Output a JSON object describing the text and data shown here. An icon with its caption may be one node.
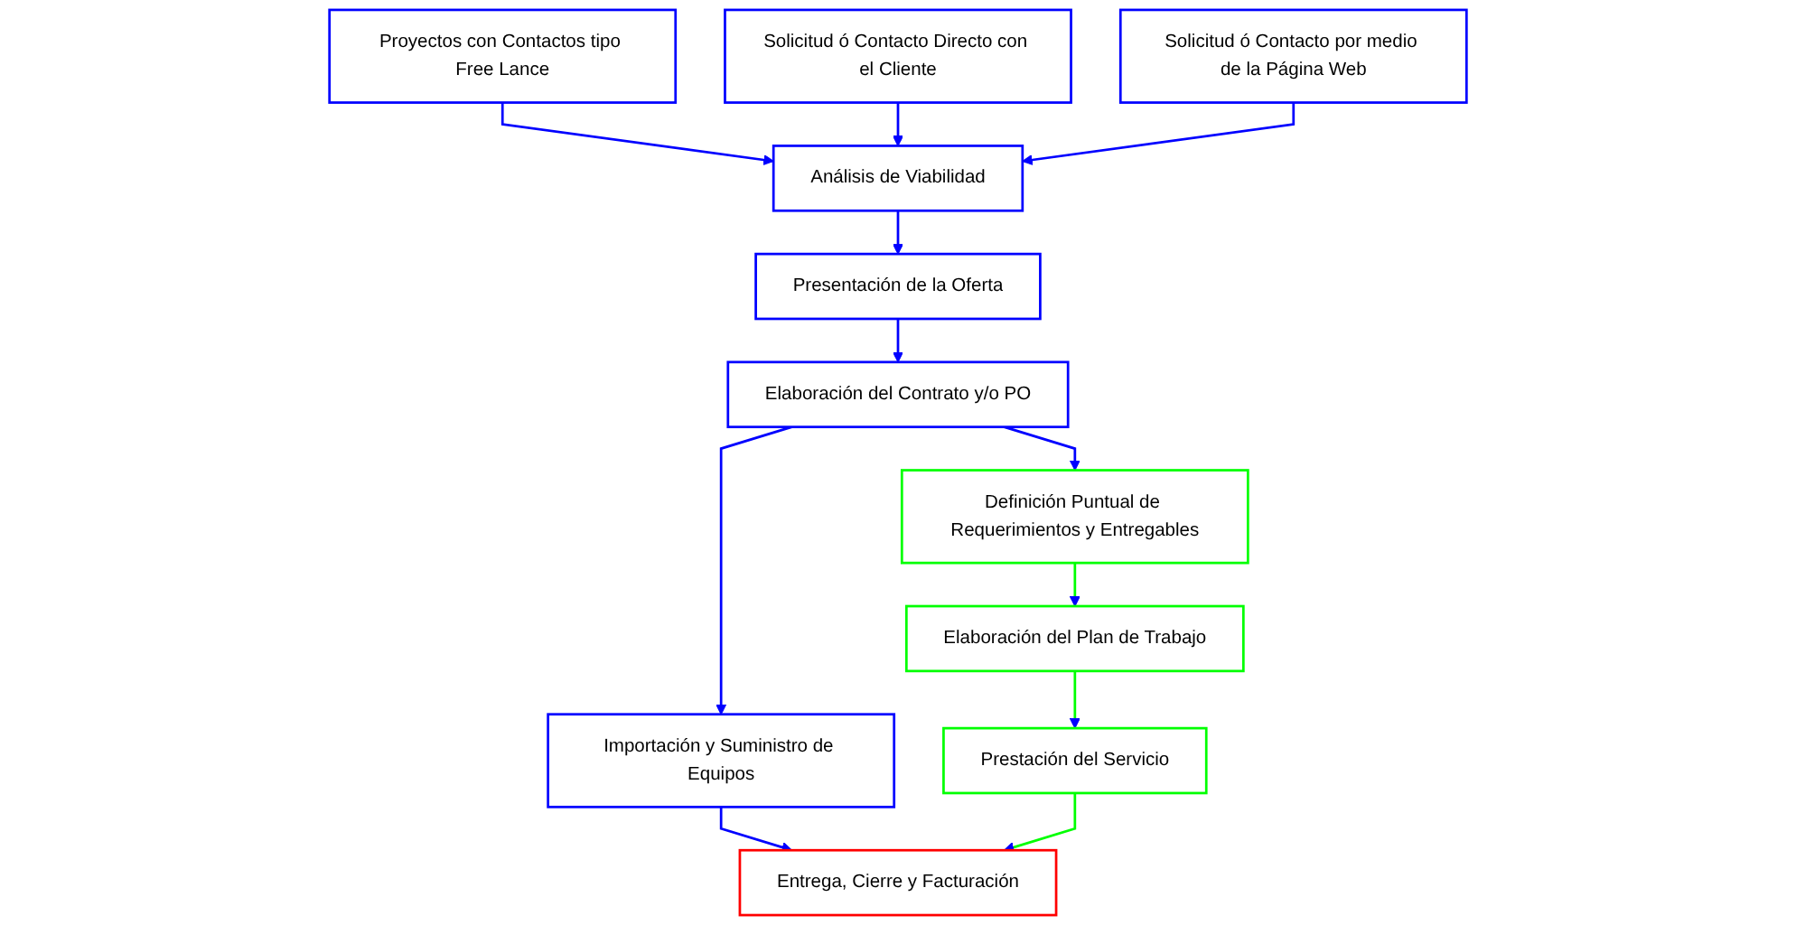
{
  "diagram": {
    "nodes": [
      {
        "text": [
          "Proyectos con Contactos tipo Free Lance"
        ]
      },
      {
        "text": [
          "Solicitud ó Contacto Directo con el Cliente"
        ]
      },
      {
        "text": [
          "Solicitud ó Contacto por medio de la Página Web"
        ]
      },
      {
        "text": [
          "Análisis de Viabilidad"
        ]
      },
      {
        "text": [
          "Presentación de la Oferta"
        ]
      },
      {
        "text": [
          "Definición Puntual de Requerimientos y Entregables"
        ]
      },
      {
        "text": [
          "Elaboración del Contrato y/o PO"
        ]
      },
      {
        "text": [
          "Importación y Suministro de Equipos"
        ]
      },
      {
        "text": [
          "Elaboración del Plan de Trabajo"
        ]
      },
      {
        "text": [
          "Prestación del Servicio"
        ]
      },
      {
        "text": [
          "Entrega, Cierre y Facturación"
        ]
      }
    ],
    "edges": [
      {
        "from": 0,
        "to": 3,
        "arrow": "to"
      },
      {
        "from": 1,
        "to": 3,
        "arrow": "to"
      },
      {
        "from": 2,
        "to": 3,
        "arrow": "to"
      },
      {
        "from": 3,
        "to": 4,
        "arrow": "to"
      },
      {
        "from": 4,
        "to": 6,
        "arrow": "to"
      },
      {
        "from": 6,
        "to": 5,
        "arrow": "to"
      },
      {
        "from": 6,
        "to": 7,
        "arrow": "to"
      },
      {
        "from": 5,
        "to": 8,
        "arrow": "to",
        "color": "#00ff00"
      },
      {
        "from": 7,
        "to": 10,
        "arrow": "to"
      },
      {
        "from": 8,
        "to": 9,
        "arrow": "to",
        "color": "#00ff00"
      },
      {
        "from": 9,
        "to": 10,
        "arrow": "to",
        "color": "#00ff00"
      }
    ]
  }
}
